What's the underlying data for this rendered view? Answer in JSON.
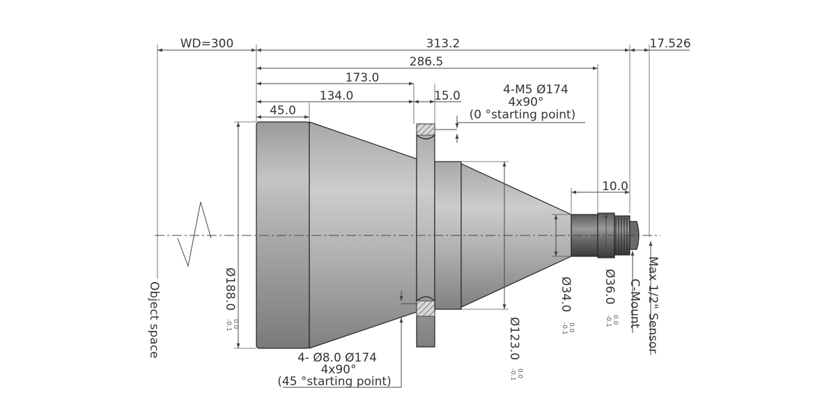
{
  "dimensions": {
    "wd": "WD=300",
    "total_length": "313.2",
    "sensor_offset": "17.526",
    "len_286": "286.5",
    "len_173": "173.0",
    "len_134": "134.0",
    "flange_thickness": "15.0",
    "front_length": "45.0",
    "mount_length": "10.0",
    "dia_188": "Ø188.0",
    "dia_188_tol_upper": "0.0",
    "dia_188_tol_lower": "-0.1",
    "dia_123": "Ø123.0",
    "dia_123_tol_upper": "0.0",
    "dia_123_tol_lower": "-0.1",
    "dia_34": "Ø34.0",
    "dia_34_tol_upper": "0.0",
    "dia_34_tol_lower": "-0.1",
    "dia_36": "Ø36.0",
    "dia_36_tol_upper": "0.0",
    "dia_36_tol_lower": "-0.1"
  },
  "notes": {
    "top_hole_spec": "4-M5 Ø174",
    "top_hole_angle": "4x90°",
    "top_hole_start": "(0 °starting point)",
    "bottom_hole_spec": "4- Ø8.0   Ø174",
    "bottom_hole_angle": "4x90°",
    "bottom_hole_start": "(45 °starting point)"
  },
  "labels": {
    "object_space": "Object space",
    "mount": "C-Mount",
    "sensor": "Max 1/2\" Sensor"
  }
}
